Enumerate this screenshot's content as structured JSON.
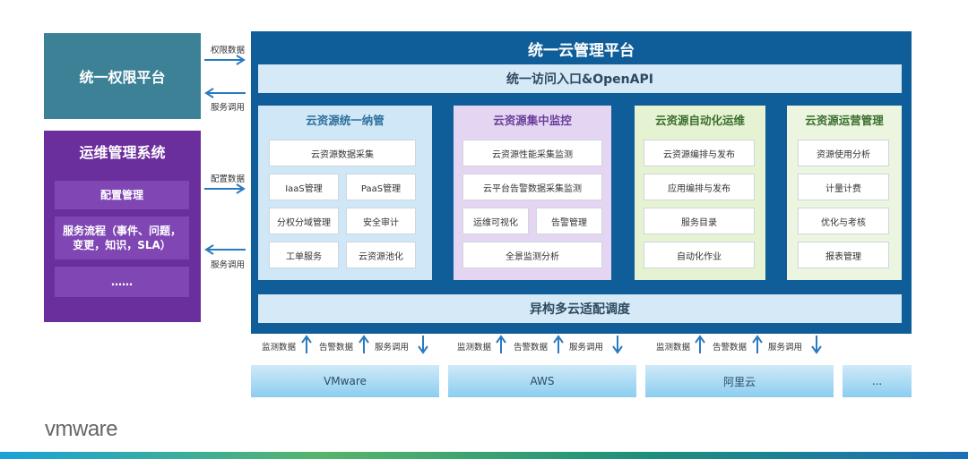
{
  "perm_platform": {
    "title": "统一权限平台"
  },
  "ops_system": {
    "title": "运维管理系统",
    "items": [
      "配置管理",
      "服务流程（事件、问题，变更，知识，SLA）",
      "……"
    ]
  },
  "arrows_left": {
    "perm_data": "权限数据",
    "service_call_1": "服务调用",
    "config_data": "配置数据",
    "service_call_2": "服务调用"
  },
  "main": {
    "title": "统一云管理平台",
    "access_bar": "统一访问入口&OpenAPI",
    "adapter_bar": "异构多云适配调度",
    "columns": [
      {
        "title": "云资源统一纳管",
        "rows": [
          [
            "云资源数据采集"
          ],
          [
            "IaaS管理",
            "PaaS管理"
          ],
          [
            "分权分域管理",
            "安全审计"
          ],
          [
            "工单服务",
            "云资源池化"
          ]
        ]
      },
      {
        "title": "云资源集中监控",
        "rows": [
          [
            "云资源性能采集监测"
          ],
          [
            "云平台告警数据采集监测"
          ],
          [
            "运维可视化",
            "告警管理"
          ],
          [
            "全景监测分析"
          ]
        ]
      },
      {
        "title": "云资源自动化运维",
        "rows": [
          [
            "云资源编排与发布"
          ],
          [
            "应用编排与发布"
          ],
          [
            "服务目录"
          ],
          [
            "自动化作业"
          ]
        ]
      },
      {
        "title": "云资源运营管理",
        "rows": [
          [
            "资源使用分析"
          ],
          [
            "计量计费"
          ],
          [
            "优化与考核"
          ],
          [
            "报表管理"
          ]
        ]
      }
    ]
  },
  "flow_labels": {
    "monitor": "监测数据",
    "alarm": "告警数据",
    "service": "服务调用"
  },
  "clouds": [
    "VMware",
    "AWS",
    "阿里云",
    "..."
  ],
  "logo": {
    "text": "vmware"
  },
  "colors": {
    "main": "#0f5e9a",
    "perm": "#3c8196",
    "ops": "#6a2f9c",
    "col_bgs": [
      "#cfe7f7",
      "#e4d5f3",
      "#e6f3d3",
      "#ebf5df"
    ]
  }
}
